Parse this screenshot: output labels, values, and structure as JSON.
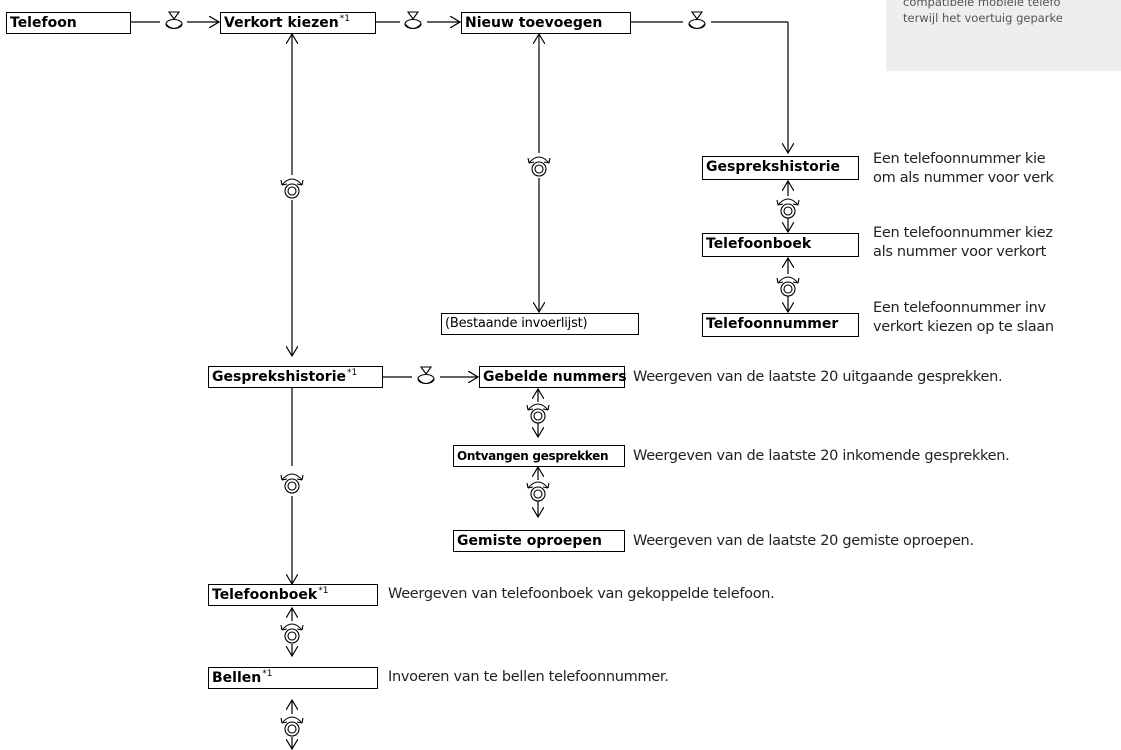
{
  "nodes": {
    "telefoon": "Telefoon",
    "verkort_kiezen": "Verkort kiezen",
    "nieuw_toevoegen": "Nieuw toevoegen",
    "bestaande_invoerlijst": "(Bestaande invoerlijst)",
    "gesprekshistorie_sub": "Gesprekshistorie",
    "telefoonboek_sub": "Telefoonboek",
    "telefoonnummer": "Telefoonnummer",
    "gesprekshistorie": "Gesprekshistorie",
    "gebelde_nummers": "Gebelde nummers",
    "ontvangen_gesprekken": "Ontvangen gesprekken",
    "gemiste_oproepen": "Gemiste oproepen",
    "telefoonboek": "Telefoonboek",
    "bellen": "Bellen"
  },
  "footnote_marker": "*1",
  "descriptions": {
    "gesprekshistorie_sub_1": "Een telefoonnummer kie",
    "gesprekshistorie_sub_2": "om als nummer voor verk",
    "telefoonboek_sub_1": "Een telefoonnummer kiez",
    "telefoonboek_sub_2": "als nummer voor verkort",
    "telefoonnummer_1": "Een telefoonnummer inv",
    "telefoonnummer_2": "verkort kiezen op te slaan",
    "gebelde_nummers": "Weergeven van de laatste 20 uitgaande gesprekken.",
    "ontvangen_gesprekken": "Weergeven van de laatste 20 inkomende gesprekken.",
    "gemiste_oproepen": "Weergeven van de laatste 20 gemiste oproepen.",
    "telefoonboek": "Weergeven van telefoonboek van gekoppelde telefoon.",
    "bellen": "Invoeren van te bellen telefoonnummer."
  },
  "note": {
    "line1": "compatibele mobiele telefo",
    "line2": "terwijl het voertuig geparke"
  },
  "icons": {
    "press": "knob-press-icon",
    "rotate": "knob-rotate-icon"
  }
}
